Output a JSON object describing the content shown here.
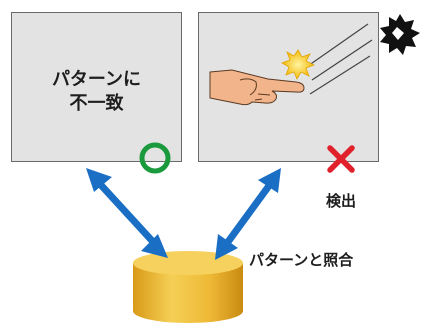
{
  "left_panel": {
    "line1": "パターンに",
    "line2": "不一致",
    "ok_icon": "circle-ok-icon",
    "ok_color": "#1a9a3c"
  },
  "right_panel": {
    "hand_icon": "pointing-hand-icon",
    "spark_icon": "spark-icon",
    "burst_icon": "burst-icon",
    "ng_icon": "cross-ng-icon",
    "ng_color": "#e0202a"
  },
  "detect_label": "検出",
  "match_label": "パターンと照合",
  "database_icon": "database-cylinder-icon",
  "arrow_color": "#1a6fc4",
  "db_color": "#f3c340"
}
